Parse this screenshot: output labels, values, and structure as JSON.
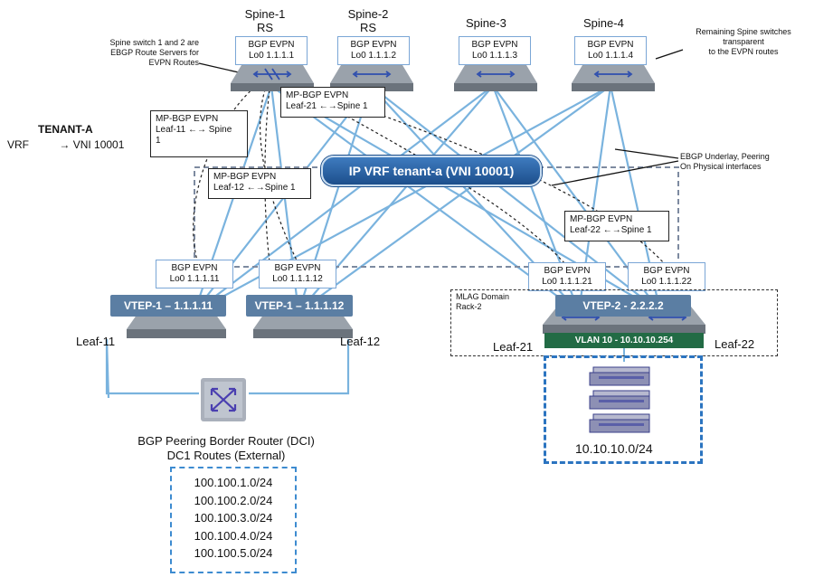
{
  "tenant": {
    "title": "TENANT-A",
    "vrf": "VRF",
    "arrow": "→",
    "vni": "VNI 10001"
  },
  "spines": [
    {
      "name": "Spine-1",
      "role": "RS",
      "bgp": "BGP EVPN",
      "lo": "Lo0  1.1.1.1"
    },
    {
      "name": "Spine-2",
      "role": "RS",
      "bgp": "BGP EVPN",
      "lo": "Lo0  1.1.1.2"
    },
    {
      "name": "Spine-3",
      "role": "",
      "bgp": "BGP EVPN",
      "lo": "Lo0  1.1.1.3"
    },
    {
      "name": "Spine-4",
      "role": "",
      "bgp": "BGP EVPN",
      "lo": "Lo0  1.1.1.4"
    }
  ],
  "notes": {
    "route_servers": [
      "Spine switch 1 and 2 are",
      "EBGP Route Servers for",
      "EVPN Routes"
    ],
    "remaining_spines": [
      "Remaining Spine switches",
      "transparent",
      "to the EVPN routes"
    ],
    "ebgp_underlay": [
      "EBGP Underlay, Peering",
      "On Physical interfaces"
    ]
  },
  "mp_bgp": [
    {
      "title": "MP-BGP EVPN",
      "line": "Leaf-11  ←→  Spine",
      "line2": "1"
    },
    {
      "title": "MP-BGP EVPN",
      "line": "Leaf-21  ←→Spine 1"
    },
    {
      "title": "MP-BGP EVPN",
      "line": "Leaf-12  ←→Spine 1"
    },
    {
      "title": "MP-BGP EVPN",
      "line": "Leaf-22  ←→Spine 1"
    }
  ],
  "ip_vrf": "IP VRF tenant-a (VNI 10001)",
  "leaves": [
    {
      "name": "Leaf-11",
      "bgp": "BGP EVPN",
      "lo": "Lo0  1.1.1.11"
    },
    {
      "name": "Leaf-12",
      "bgp": "BGP EVPN",
      "lo": "Lo0  1.1.1.12"
    },
    {
      "name": "Leaf-21",
      "bgp": "BGP EVPN",
      "lo": "Lo0  1.1.1.21"
    },
    {
      "name": "Leaf-22",
      "bgp": "BGP EVPN",
      "lo": "Lo0  1.1.1.22"
    }
  ],
  "vteps": {
    "vtep1a": "VTEP-1 – 1.1.1.11",
    "vtep1b": "VTEP-1 – 1.1.1.12",
    "vtep2": "VTEP-2 - 2.2.2.2"
  },
  "mlag": {
    "line1": "MLAG Domain",
    "line2": "Rack-2"
  },
  "vlan": "VLAN 10 - 10.10.10.254",
  "rack_subnet": "10.10.10.0/24",
  "border_router": {
    "line1": "BGP Peering Border Router (DCI)",
    "line2": "DC1 Routes (External)"
  },
  "routes": [
    "100.100.1.0/24",
    "100.100.2.0/24",
    "100.100.3.0/24",
    "100.100.4.0/24",
    "100.100.5.0/24"
  ],
  "colors": {
    "link": "#7ab3de",
    "vtep": "#5b7ea3",
    "pill": "#2a62a6",
    "vlan": "#226b45",
    "dashed_rack": "#2b74c0"
  }
}
